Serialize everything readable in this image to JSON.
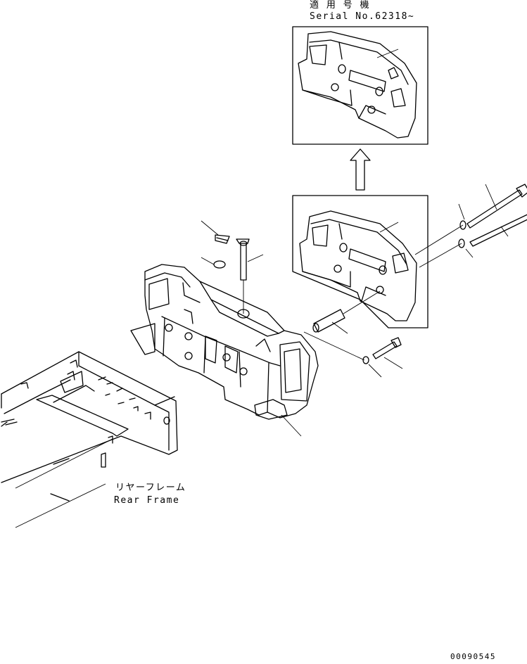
{
  "inset": {
    "applicable_jp": "適 用 号 機",
    "serial": "Serial No.62318~"
  },
  "rear_frame": {
    "label_jp": "リヤーフレーム",
    "label_en": "Rear Frame"
  },
  "drawing_number": "00090545"
}
